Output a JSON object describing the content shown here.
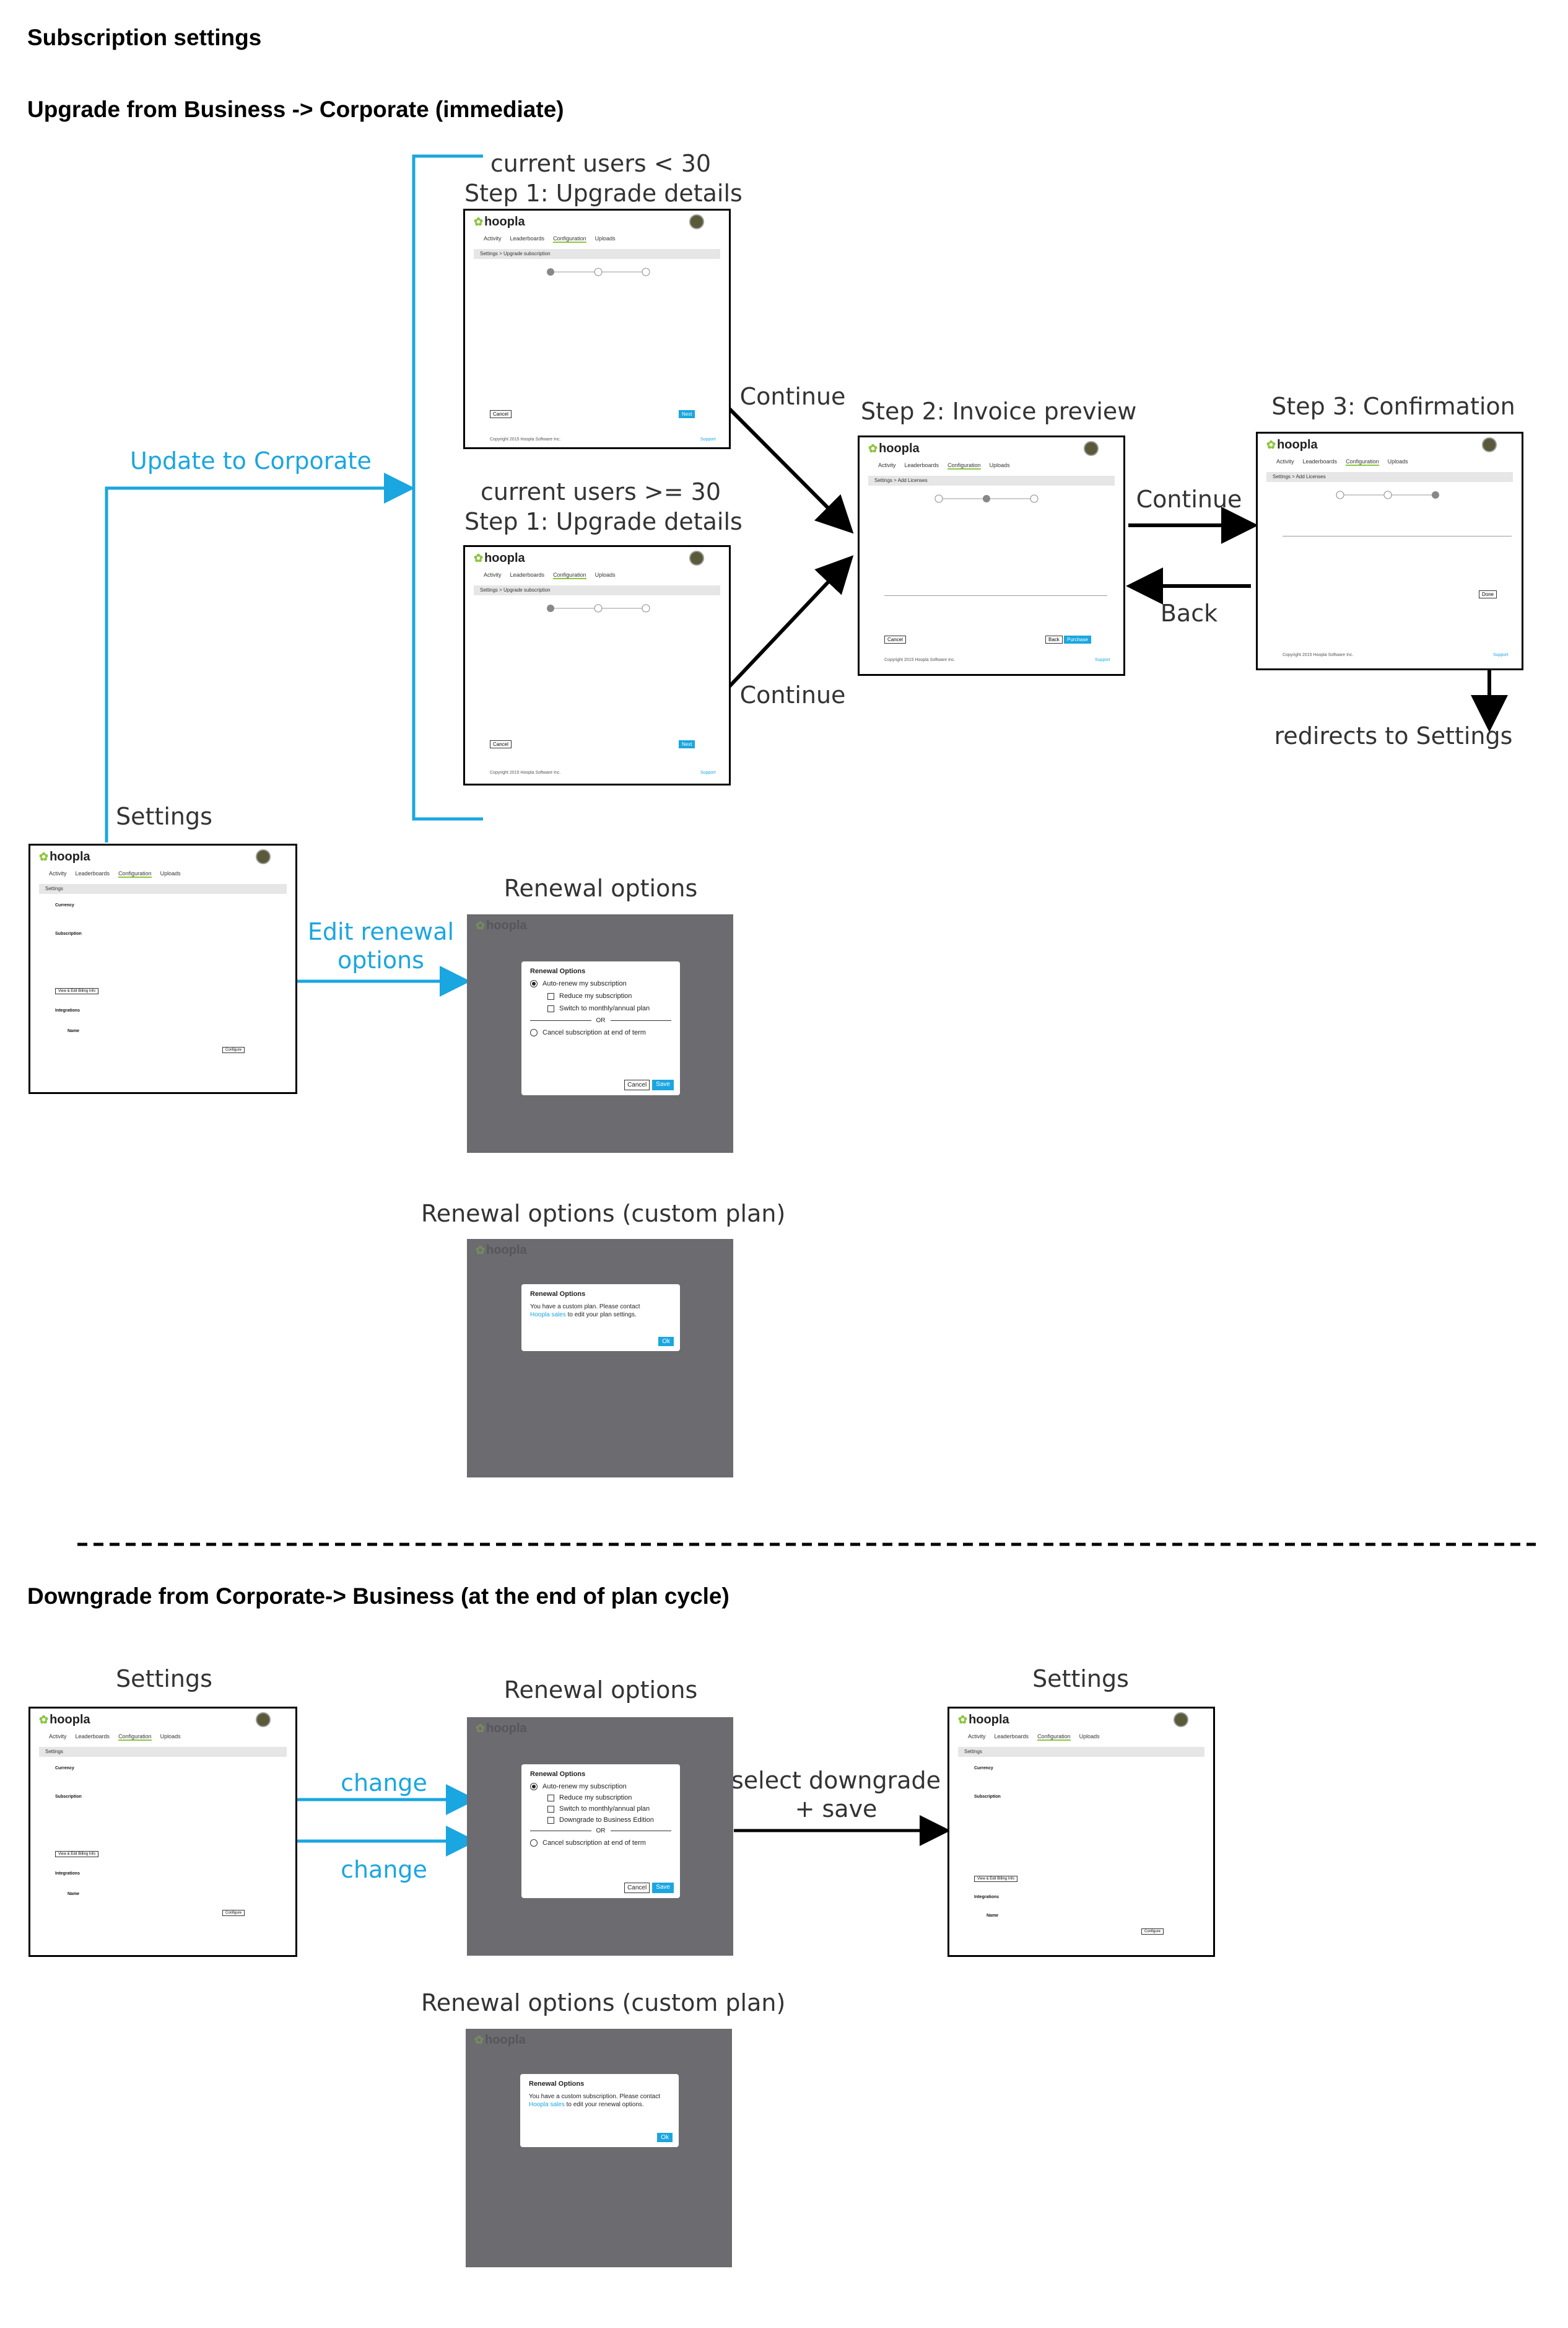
{
  "titles": {
    "main": "Subscription settings",
    "upgrade": "Upgrade from Business -> Corporate (immediate)",
    "downgrade": "Downgrade from Corporate-> Business (at the end of plan cycle)"
  },
  "labels": {
    "users_lt_30": "current users < 30",
    "users_gte_30": "current users >= 30",
    "step1": "Step 1: Upgrade details",
    "step2": "Step 2: Invoice preview",
    "step3": "Step 3: Confirmation",
    "continue": "Continue",
    "back": "Back",
    "redirects": "redirects to Settings",
    "update_corporate": "Update to Corporate",
    "settings": "Settings",
    "edit_renewal_1": "Edit renewal",
    "edit_renewal_2": "options",
    "renewal_options": "Renewal options",
    "renewal_custom": "Renewal options (custom plan)",
    "change": "change",
    "select_downgrade_1": "select downgrade",
    "select_downgrade_2": "+ save"
  },
  "app": {
    "logo": "hoopla",
    "nav": [
      "Activity",
      "Leaderboards",
      "Configuration",
      "Uploads"
    ],
    "crumb_upgrade": "Settings > Upgrade subscription",
    "crumb_licenses": "Settings > Add Licenses",
    "crumb_settings": "Settings",
    "cancel": "Cancel",
    "save": "Save",
    "next": "Next",
    "back": "Back",
    "done": "Done",
    "ok": "Ok",
    "purchase": "Purchase",
    "support": "Support",
    "copyright": "Copyright 2015 Hoopla Software Inc.",
    "currency": "Currency",
    "subscription": "Subscription",
    "integrations": "Integrations",
    "name": "Name",
    "configure": "Configure",
    "view_edit_billing": "View & Edit Billing Info"
  },
  "modal": {
    "title": "Renewal Options",
    "auto_renew": "Auto-renew my subscription",
    "reduce": "Reduce my subscription",
    "switch": "Switch to monthly/annual plan",
    "downgrade": "Downgrade to Business Edition",
    "or": "OR",
    "cancel_end": "Cancel subscription at end of term",
    "custom_text_1": "You have a custom plan.  Please contact",
    "custom_link_1": "Hoopla sales",
    "custom_text_1b": "to edit your plan settings.",
    "custom_text_2": "You have a custom subscription.  Please contact",
    "custom_link_2": "Hoopla sales",
    "custom_text_2b": "to edit your renewal options."
  }
}
